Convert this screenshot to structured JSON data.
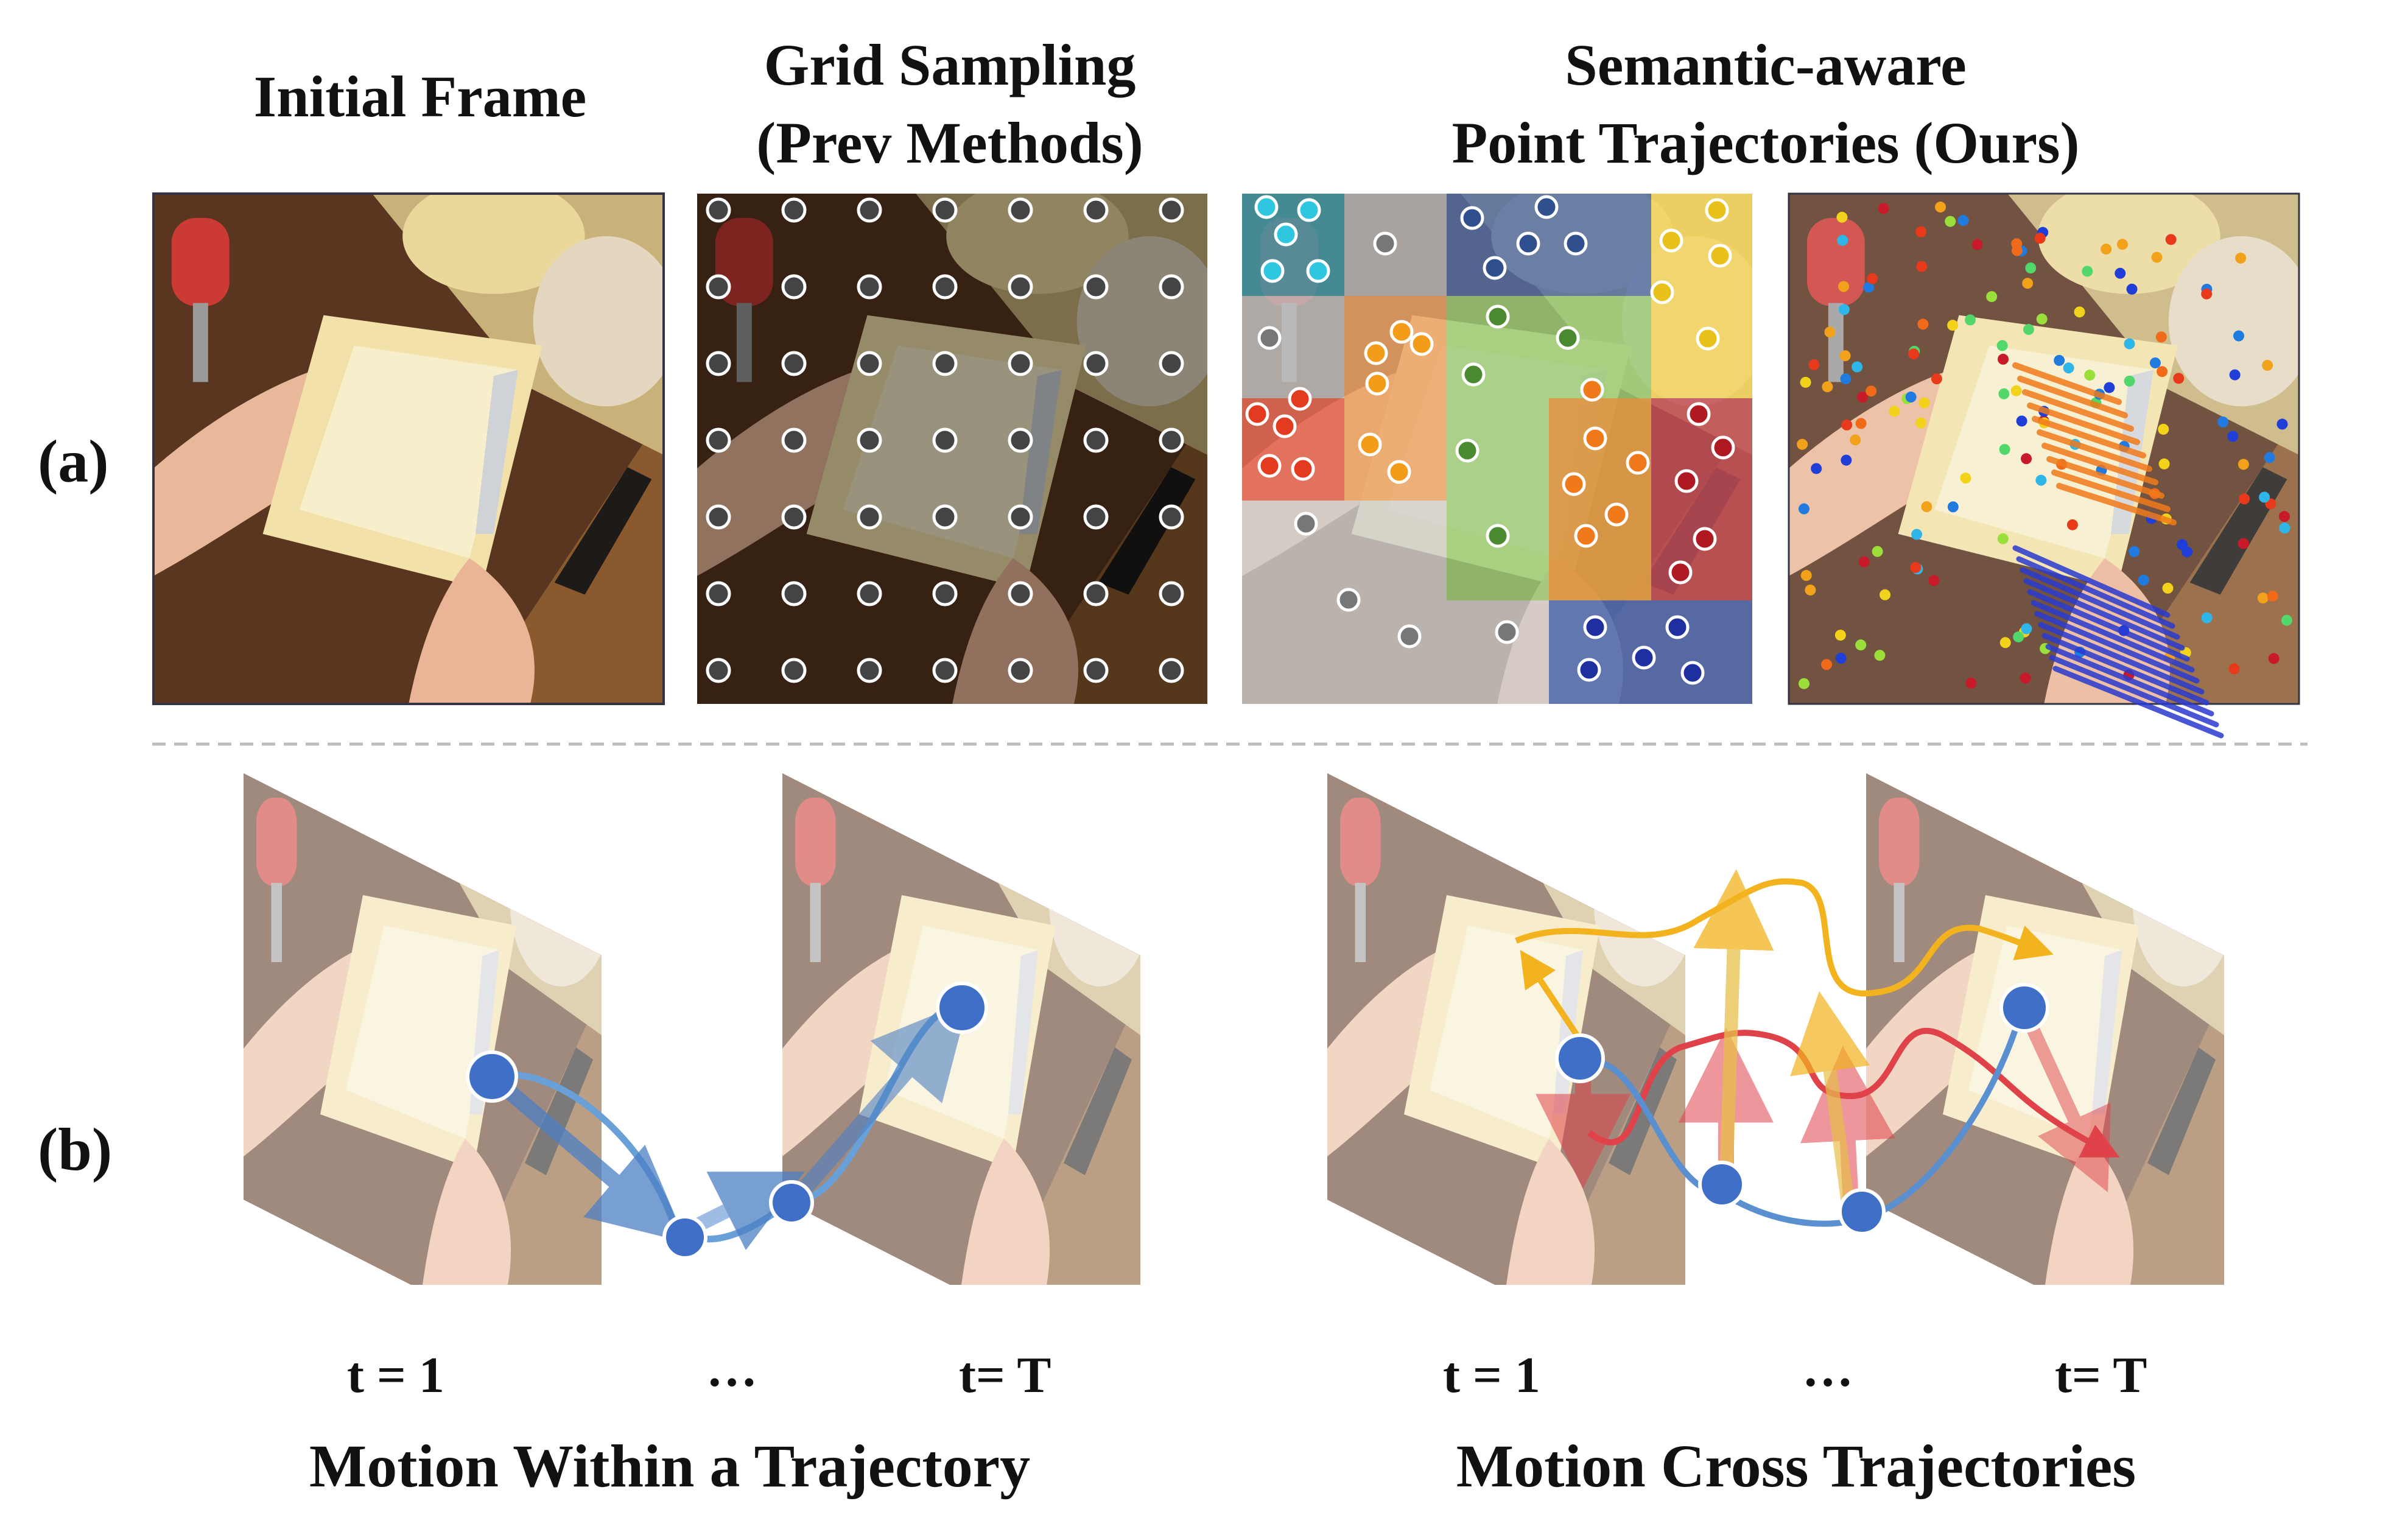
{
  "titles": {
    "initial_frame": "Initial Frame",
    "grid_sampling_line1": "Grid Sampling",
    "grid_sampling_line2": "(Prev Methods)",
    "semantic_line1": "Semantic-aware",
    "semantic_line2": "Point Trajectories (Ours)"
  },
  "row_labels": {
    "a": "(a)",
    "b": "(b)"
  },
  "time_labels": {
    "left_t1": "t = 1",
    "left_ellipsis": "…",
    "left_tT": "t= T",
    "right_t1": "t = 1",
    "right_ellipsis": "…",
    "right_tT": "t= T"
  },
  "captions": {
    "within": "Motion Within a Trajectory",
    "cross": "Motion Cross Trajectories"
  },
  "colors": {
    "traj_blue": "#5a8fd0",
    "node_blue": "#3f6fc6",
    "traj_yellow": "#f2b31e",
    "traj_red": "#e0424a",
    "divider": "#bdbdbd"
  }
}
